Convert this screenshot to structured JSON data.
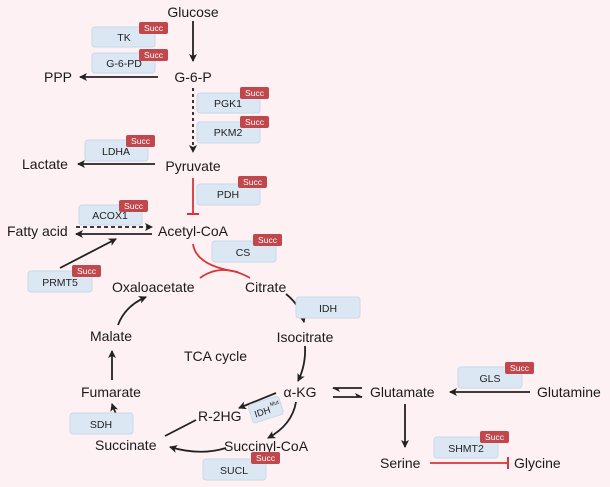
{
  "colors": {
    "background": "#fdf1f3",
    "enzyme_box": "#dce7f4",
    "succ_badge": "#c0474c",
    "inhibition": "#d9343a",
    "arrow": "#222222"
  },
  "badge_label": "Succ",
  "metabolites": {
    "glucose": "Glucose",
    "g6p": "G-6-P",
    "ppp": "PPP",
    "lactate": "Lactate",
    "pyruvate": "Pyruvate",
    "fatty_acid": "Fatty acid",
    "acetyl_coa": "Acetyl-CoA",
    "oxaloacetate": "Oxaloacetate",
    "citrate": "Citrate",
    "isocitrate": "Isocitrate",
    "malate": "Malate",
    "tca": "TCA cycle",
    "akg": "α-KG",
    "glutamate": "Glutamate",
    "glutamine": "Glutamine",
    "fumarate": "Fumarate",
    "r2hg": "R-2HG",
    "succinate": "Succinate",
    "succinyl_coa": "Succinyl-CoA",
    "serine": "Serine",
    "glycine": "Glycine"
  },
  "enzymes": {
    "tk": "TK",
    "g6pd": "G-6-PD",
    "pgk1": "PGK1",
    "pkm2": "PKM2",
    "ldha": "LDHA",
    "pdh": "PDH",
    "acox1": "ACOX1",
    "prmt5": "PRMT5",
    "cs": "CS",
    "idh": "IDH",
    "idhmut": "IDH",
    "idhmut_sup": "Mut",
    "gls": "GLS",
    "sdh": "SDH",
    "sucl": "SUCL",
    "shmt2": "SHMT2"
  }
}
